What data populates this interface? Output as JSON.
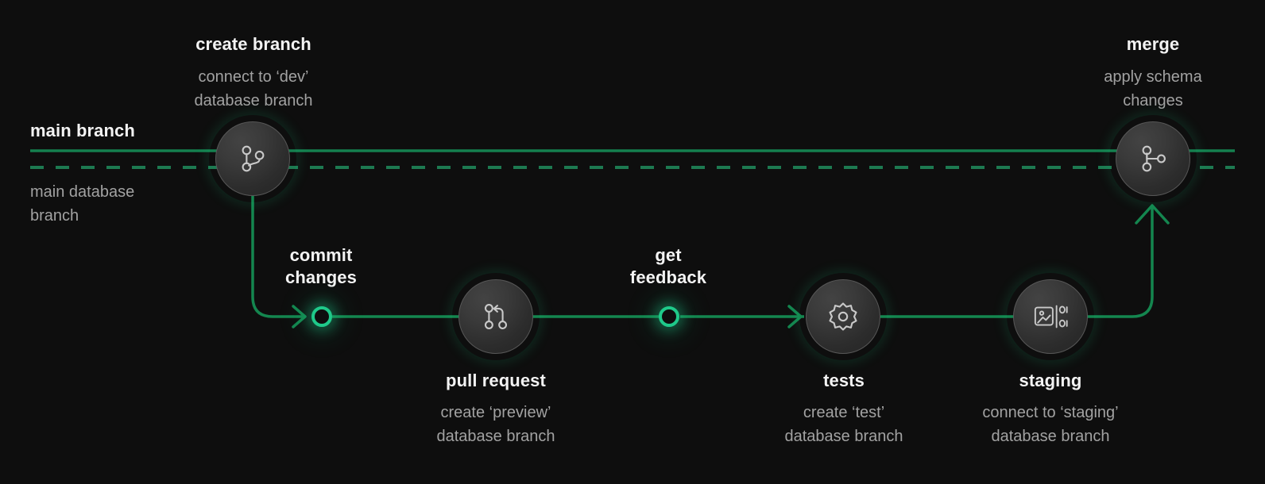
{
  "diagram": {
    "title": "git branch / database branch workflow",
    "background_color": "#0e0e0e",
    "accent_green": "#1fc98a",
    "line_green": "#15804f",
    "text_primary": "#f3f3f3",
    "text_secondary": "#a2a2a2"
  },
  "branches": {
    "main_branch_label": "main branch",
    "main_database_label_line1": "main database",
    "main_database_label_line2": "branch",
    "main_branch_line_style": "solid",
    "main_database_line_style": "dashed"
  },
  "nodes": [
    {
      "id": "create-branch",
      "title": "create branch",
      "sub_line1": "connect to ‘dev’",
      "sub_line2": "database branch",
      "icon": "git-branch-icon",
      "kind": "circle"
    },
    {
      "id": "commit-changes",
      "title_line1": "commit",
      "title_line2": "changes",
      "icon": "green-ring-icon",
      "kind": "dot"
    },
    {
      "id": "pull-request",
      "title": "pull request",
      "sub_line1": "create ‘preview’",
      "sub_line2": "database branch",
      "icon": "git-pull-request-icon",
      "kind": "circle"
    },
    {
      "id": "get-feedback",
      "title_line1": "get",
      "title_line2": "feedback",
      "icon": "green-ring-icon",
      "kind": "dot"
    },
    {
      "id": "tests",
      "title": "tests",
      "sub_line1": "create ‘test’",
      "sub_line2": "database branch",
      "icon": "gear-icon",
      "kind": "circle"
    },
    {
      "id": "staging",
      "title": "staging",
      "sub_line1": "connect to ‘staging’",
      "sub_line2": "database branch",
      "icon": "image-binary-icon",
      "kind": "circle"
    },
    {
      "id": "merge",
      "title": "merge",
      "sub_line1": "apply schema",
      "sub_line2": "changes",
      "icon": "git-merge-icon",
      "kind": "circle"
    }
  ]
}
